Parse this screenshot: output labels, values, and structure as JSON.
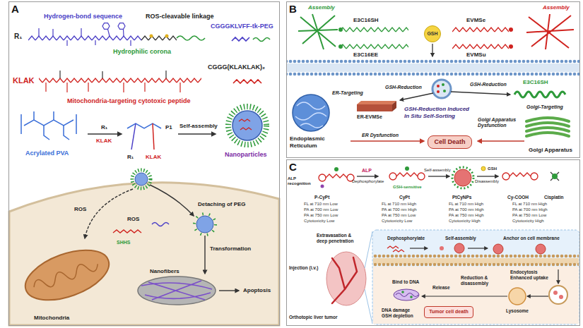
{
  "diagram": {
    "nodes": [
      {
        "text": [
          "A"
        ]
      },
      {
        "text": [
          "B"
        ]
      },
      {
        "text": [
          "GSH"
        ],
        "in": 1
      },
      {
        "text": [
          "Cell Death"
        ],
        "in": 1
      },
      {
        "text": [
          "C"
        ]
      },
      {
        "text": [
          "Tumor cell death"
        ],
        "in": 4
      }
    ],
    "labels": [
      "Hydrogen-bond sequence",
      "ROS-cleavable linkage",
      "CGGGKLVFF-tk-PEG",
      "R₁",
      "Hydrophilic corona",
      "KLAK",
      "CGGG(KLAKLAK)₂",
      "Mitochondria-targeting cytotoxic peptide",
      "R₁",
      "KLAK",
      "Acrylated PVA",
      "P1",
      "R₁",
      "KLAK",
      "Self-assembly",
      "Nanoparticles",
      "ROS",
      "Detaching of PEG",
      "ROS",
      "SHHS",
      "Transformation",
      "Nanofibers",
      "Mitochondria",
      "Apoptosis",
      "Assembly",
      "E3C16SH",
      "E3C16EE",
      "EVMSe",
      "EVMSu",
      "Assembly",
      "GSH-Reduction",
      "GSH-Reduction",
      "E3C16SH",
      "ER-Targeting",
      "ER-EVMSe",
      "GSH-Reduction Induced In Situ Self-Sorting",
      "Golgi-Targeting",
      "Endoplasmic Reticulum",
      "ER Dysfunction",
      "Golgi Apparatus Dysfunction",
      "Golgi Apparatus",
      "ALP recognition",
      "ALP",
      "Dephosphorylate",
      "GSH-sensitive",
      "Self-assembly",
      "GSH",
      "Disassembly",
      "P-CyPt",
      "CyPt",
      "PtCyNPs",
      "Cy-COOH",
      "Cisplatin",
      "FL at 710 nm Low",
      "PA at 700 nm Low",
      "PA at 750 nm Low",
      "Cytotoxicity Low",
      "FL at 710 nm High",
      "PA at 700 nm High",
      "PA at 750 nm Low",
      "Cytotoxicity Low",
      "FL at 710 nm High",
      "PA at 700 nm High",
      "PA at 750 nm High",
      "Cytotoxicity High",
      "FL at 710 nm High",
      "PA at 700 nm High",
      "PA at 750 nm Low",
      "Cytotoxicity High",
      "Extravasation & deep penetration",
      "Injection (i.v.)",
      "Orthotopic liver tumor",
      "Dephosphorylate",
      "Self-assembly",
      "Anchor on cell membrane",
      "Endocytosis Enhanced uptake",
      "Bind to DNA",
      "Release",
      "Reduction & disassembly",
      "Lysosome",
      "DNA damage",
      "GSH depletion"
    ]
  }
}
